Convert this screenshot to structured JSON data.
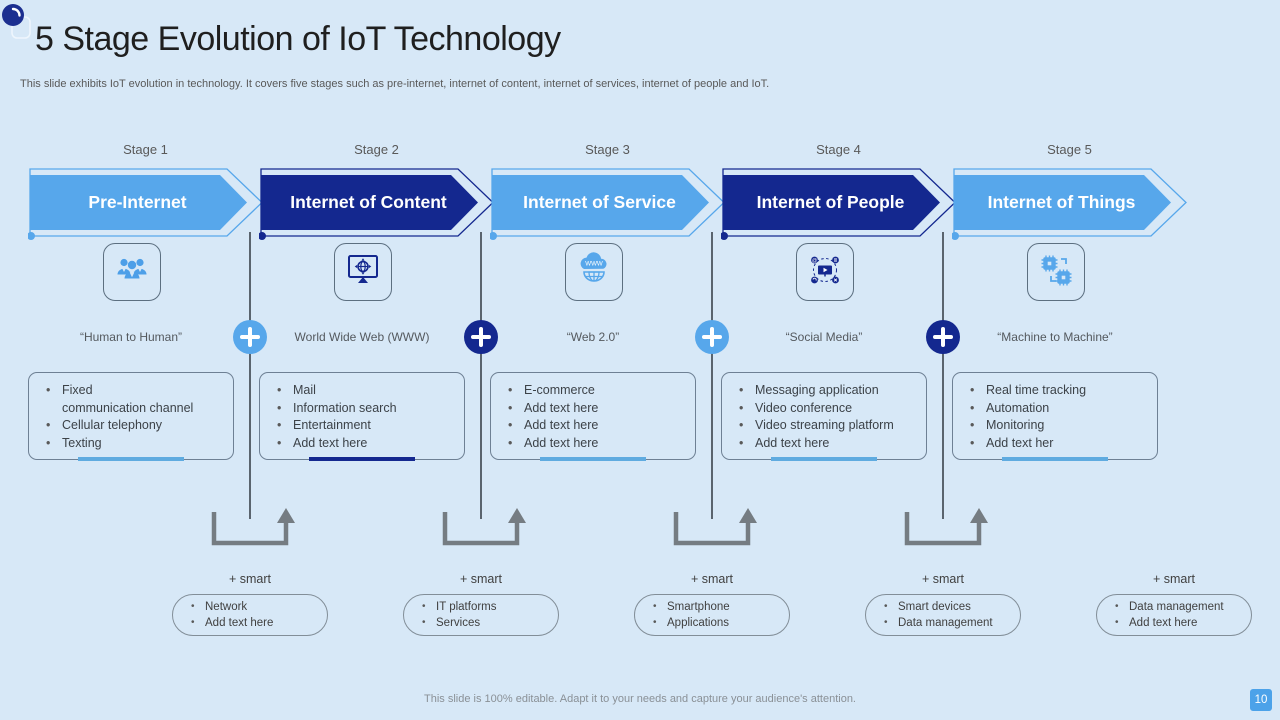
{
  "slide": {
    "title": "5 Stage Evolution of IoT Technology",
    "subtitle": "This slide exhibits IoT evolution in technology. It covers five stages such as pre-internet, internet of content, internet of services, internet of people and IoT.",
    "footer_note": "This slide is 100% editable. Adapt it to your needs and capture your audience's attention.",
    "page_number": "10"
  },
  "colors": {
    "background": "#D7E8F7",
    "light_blue": "#57A7EB",
    "navy": "#14288F",
    "accent_light": "#5FABE0",
    "line_gray": "#5A646E",
    "bracket_gray": "#757C82"
  },
  "stages": [
    {
      "stage_label": "Stage 1",
      "banner": "Pre-Internet",
      "theme": "light",
      "icon": "team-icon",
      "tagline": "“Human to Human”",
      "bullets": [
        "Fixed\ncommunication channel",
        "Cellular telephony",
        "Texting"
      ],
      "accent": "light"
    },
    {
      "stage_label": "Stage 2",
      "banner": "Internet of Content",
      "theme": "navy",
      "icon": "monitor-globe-icon",
      "tagline": "World Wide Web (WWW)",
      "bullets": [
        "Mail",
        "Information search",
        "Entertainment",
        "Add text here"
      ],
      "accent": "navy"
    },
    {
      "stage_label": "Stage 3",
      "banner": "Internet of Service",
      "theme": "light",
      "icon": "cloud-www-icon",
      "tagline": "“Web 2.0”",
      "bullets": [
        "E-commerce",
        "Add text here",
        "Add text here",
        "Add text here"
      ],
      "accent": "light"
    },
    {
      "stage_label": "Stage 4",
      "banner": "Internet of People",
      "theme": "navy",
      "icon": "social-network-icon",
      "tagline": "“Social Media”",
      "bullets": [
        "Messaging application",
        "Video conference",
        "Video streaming platform",
        "Add text here"
      ],
      "accent": "light"
    },
    {
      "stage_label": "Stage 5",
      "banner": "Internet of Things",
      "theme": "light",
      "icon": "chip-network-icon",
      "tagline": "“Machine to Machine”",
      "bullets": [
        "Real time tracking",
        "Automation",
        "Monitoring",
        "Add text her"
      ],
      "accent": "light"
    }
  ],
  "plus_separators": [
    "light",
    "navy",
    "light",
    "navy"
  ],
  "smart_groups": [
    {
      "label": "+ smart",
      "items": [
        "Network",
        "Add text here"
      ],
      "has_arrow": true
    },
    {
      "label": "+ smart",
      "items": [
        "IT platforms",
        "Services"
      ],
      "has_arrow": true
    },
    {
      "label": "+ smart",
      "items": [
        "Smartphone",
        "Applications"
      ],
      "has_arrow": true
    },
    {
      "label": "+ smart",
      "items": [
        "Smart devices",
        "Data management"
      ],
      "has_arrow": true
    },
    {
      "label": "+ smart",
      "items": [
        "Data management",
        "Add text here"
      ],
      "has_arrow": false
    }
  ]
}
